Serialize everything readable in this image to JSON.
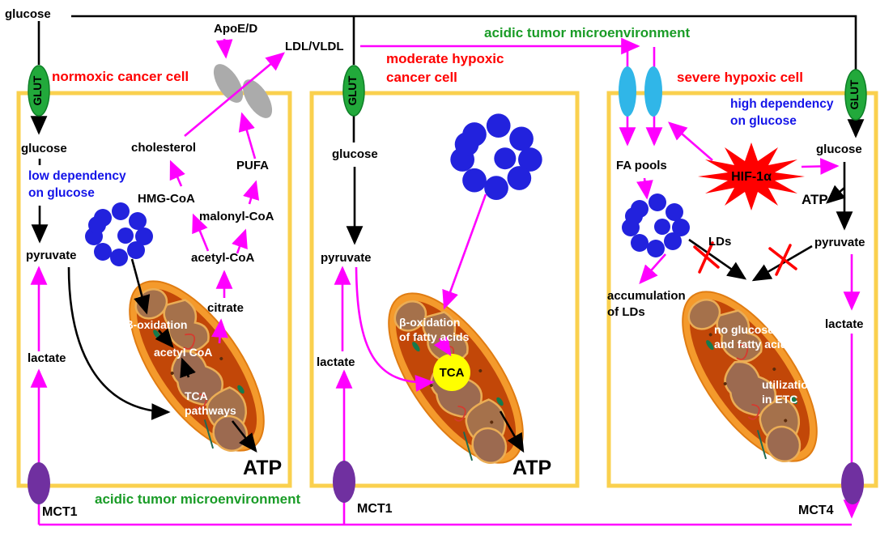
{
  "extracellular": {
    "glucose": "glucose",
    "apo_label": "ApoE/D",
    "lipoprotein_label": "LDL/VLDL",
    "acidic_env_top": "acidic tumor microenvironment",
    "acidic_env_bottom": "acidic tumor microenvironment"
  },
  "transporter_labels": {
    "glut_cell1": "GLUT",
    "glut_cell2": "GLUT",
    "glut_cell3": "GLUT",
    "mct1_cell1": "MCT1",
    "mct1_cell2": "MCT1",
    "mct4_cell3": "MCT4"
  },
  "cell_normoxic": {
    "title": "normoxic cancer cell",
    "dependency_note": "low dependency\non glucose",
    "glucose": "glucose",
    "pyruvate": "pyruvate",
    "lactate": "lactate",
    "cholesterol": "cholesterol",
    "hmg_coa": "HMG-CoA",
    "pufa": "PUFA",
    "malonyl_coa": "malonyl-CoA",
    "acetyl_coa": "acetyl-CoA",
    "citrate": "citrate",
    "beta_oxidation": "β-oxidation",
    "mito_acetyl_coa": "acetyl CoA",
    "tca_pathways": "TCA\npathways",
    "atp": "ATP"
  },
  "cell_moderate": {
    "title": "moderate hypoxic\ncancer cell",
    "glucose": "glucose",
    "pyruvate": "pyruvate",
    "lactate": "lactate",
    "beta_oxidation": "β-oxidation\nof fatty acids",
    "tca": "TCA",
    "atp": "ATP"
  },
  "cell_severe": {
    "title": "severe hypoxic cell",
    "dependency_note": "high dependency\non glucose",
    "fa_pools": "FA pools",
    "hif": "HIF-1α",
    "glucose": "glucose",
    "atp": "ATP",
    "pyruvate": "pyruvate",
    "lds": "LDs",
    "ld_accumulation": "accumulation\nof LDs",
    "mito_note_1": "no glucose\nand fatty acid",
    "mito_note_2": "utilization\nin ETC",
    "lactate": "lactate"
  },
  "colors": {
    "membrane_gold": "#FAD04E",
    "pathway_magenta": "#FF00FF",
    "glut_green": "#22A93B",
    "mct_purple": "#7030A0",
    "transporter_cyan": "#30B6E8",
    "fat_droplet_blue": "#2222DD",
    "hif_red": "#FF0000",
    "tca_yellow": "#FFFF00",
    "env_text_green": "#1A9C27",
    "note_text_blue": "#1414E8",
    "title_text_red": "#FF0000"
  }
}
